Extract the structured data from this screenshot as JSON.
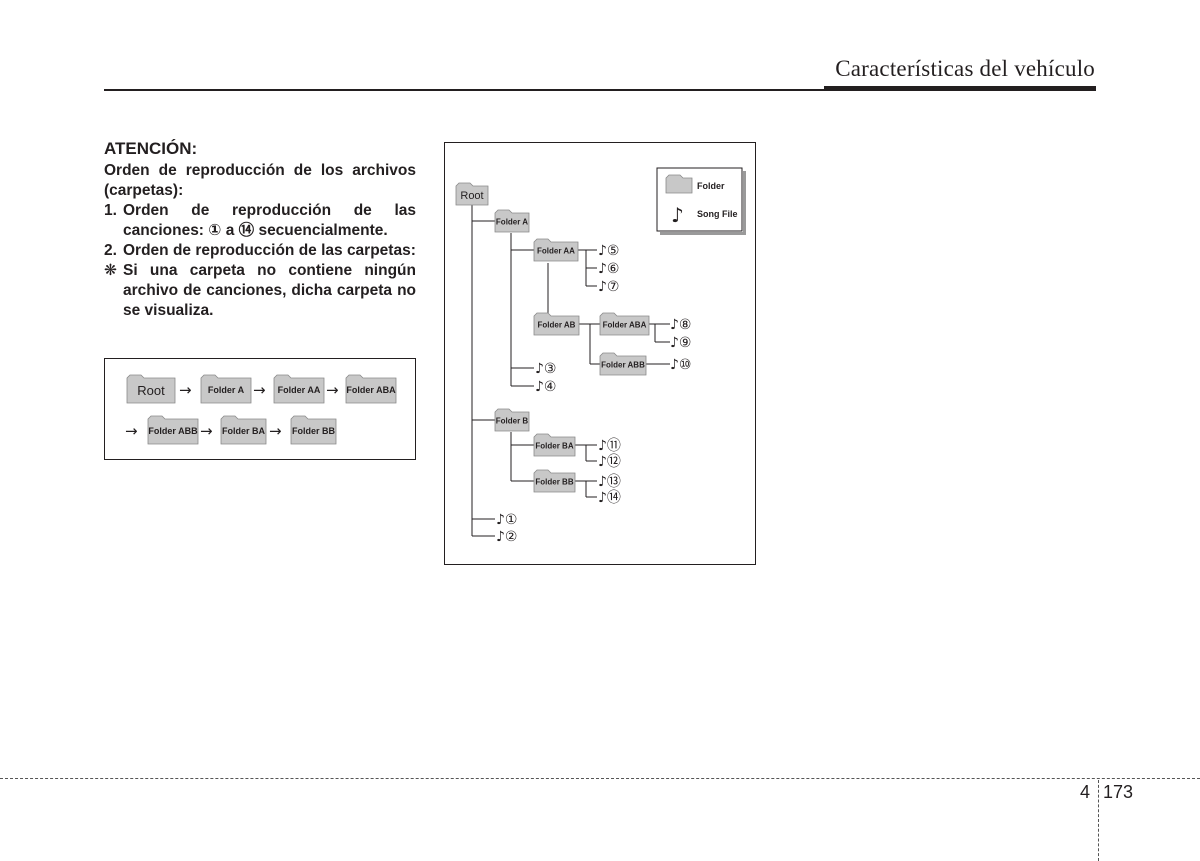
{
  "header": {
    "title": "Características del vehículo"
  },
  "note": {
    "title": "ATENCIÓN:",
    "intro": "Orden de reproducción de los archivos (carpetas):",
    "items": [
      {
        "marker": "1.",
        "text": "Orden de reproducción de las canciones: ① a ⑭ secuencialmente."
      },
      {
        "marker": "2.",
        "text": "Orden de reproducción de las carpetas:"
      },
      {
        "marker": "❋",
        "text": "Si una carpeta no contiene ningún archivo de canciones, dicha carpeta no se visualiza."
      }
    ]
  },
  "sequence": {
    "row1": [
      "Root",
      "Folder A",
      "Folder AA",
      "Folder ABA"
    ],
    "row2": [
      "Folder ABB",
      "Folder BA",
      "Folder BB"
    ],
    "arrow": "→"
  },
  "tree": {
    "legend": {
      "folder": "Folder",
      "song": "Song File"
    },
    "note_glyph": "♪",
    "folders": {
      "root": "Root",
      "a": "Folder A",
      "aa": "Folder AA",
      "ab": "Folder AB",
      "aba": "Folder ABA",
      "abb": "Folder ABB",
      "b": "Folder B",
      "ba": "Folder BA",
      "bb": "Folder BB"
    },
    "songs": [
      "①",
      "②",
      "③",
      "④",
      "⑤",
      "⑥",
      "⑦",
      "⑧",
      "⑨",
      "⑩",
      "⑪",
      "⑫",
      "⑬",
      "⑭"
    ]
  },
  "footer": {
    "chapter": "4",
    "page": "173"
  },
  "colors": {
    "folder_fill": "#c8c8c8",
    "folder_stroke": "#8a8a8a",
    "line": "#231f20"
  }
}
